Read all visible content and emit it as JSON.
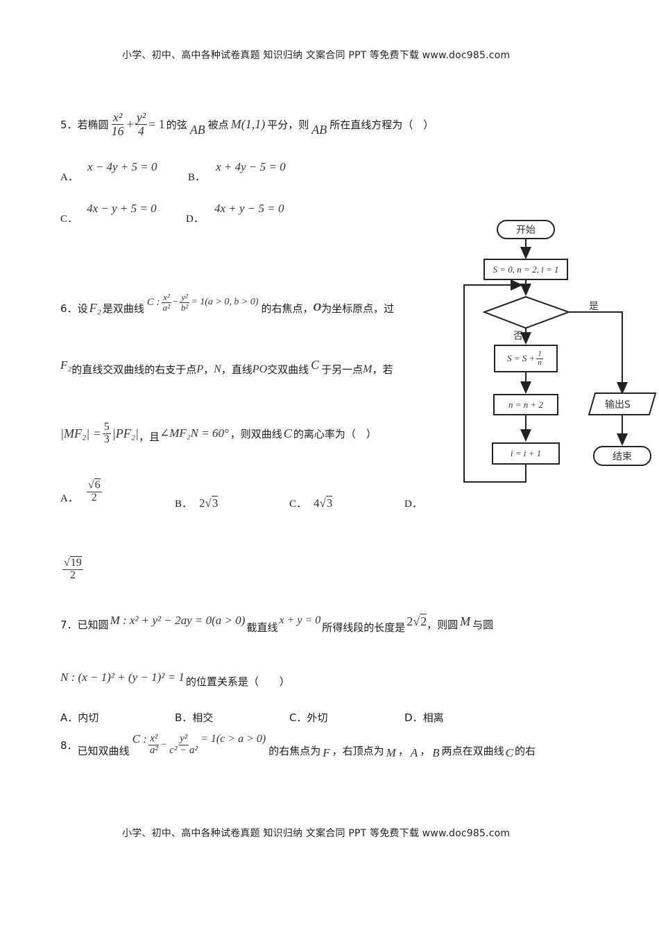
{
  "header": {
    "text": "小学、初中、高中各种试卷真题 知识归纳 文案合同 PPT 等免费下载  www.doc985.com"
  },
  "footer": {
    "text": "小学、初中、高中各种试卷真题 知识归纳 文案合同 PPT 等免费下载  www.doc985.com"
  },
  "q5": {
    "num": "5．",
    "t1": "若椭圆",
    "frac1_num": "x²",
    "frac1_den": "16",
    "plus": "+",
    "frac2_num": "y²",
    "frac2_den": "4",
    "eq": "= 1",
    "t2": "的弦",
    "ab1": "AB",
    "t3": "被点",
    "point": "M(1,1)",
    "t4": "平分，则",
    "ab2": "AB",
    "t5": "所在直线方程为（　）",
    "options": [
      {
        "label": "A．",
        "value": "x − 4y + 5 = 0"
      },
      {
        "label": "B．",
        "value": "x + 4y − 5 = 0"
      },
      {
        "label": "C．",
        "value": "4x − y + 5 = 0"
      },
      {
        "label": "D．",
        "value": "4x + y − 5 = 0"
      }
    ]
  },
  "q6": {
    "num": "6．",
    "t1": "设",
    "f2": "F₂",
    "t2": "是双曲线",
    "curve_prefix": "C :",
    "frac1_num": "x²",
    "frac1_den": "a²",
    "minus": "−",
    "frac2_num": "y²",
    "frac2_den": "b²",
    "cond": "= 1(a > 0, b > 0)",
    "t3": "的右焦点，",
    "o": "O",
    "t4": "为坐标原点，过",
    "line2_f2": "F₂",
    "line2_t1": "的直线交双曲线的右支于点",
    "p": "P",
    "comma1": "，",
    "n": "N",
    "line2_t2": "，直线",
    "po": "PO",
    "line2_t3": "交双曲线",
    "c": "C",
    "line2_t4": "于另一点",
    "mpt": "M",
    "line2_t5": "，若",
    "line3_lhs": "|MF₂| =",
    "line3_frac_num": "5",
    "line3_frac_den": "3",
    "line3_rhs": "|PF₂|",
    "line3_t1": "，且",
    "angle": "∠MF₂N = 60°",
    "line3_t2": "，则双曲线",
    "line3_c": "C",
    "line3_t3": "的离心率为（　）",
    "options": [
      {
        "label": "A．",
        "sqrt": "6",
        "den": "2"
      },
      {
        "label": "B．",
        "coef": "2",
        "sqrt": "3"
      },
      {
        "label": "C．",
        "coef": "4",
        "sqrt": "3"
      },
      {
        "label": "D．",
        "sqrt": "19",
        "den": "2"
      }
    ]
  },
  "q7": {
    "num": "7．",
    "t1": "已知圆",
    "circle_m": "M : x² + y² − 2ay = 0(a > 0)",
    "t2": "截直线",
    "line": "x + y = 0",
    "t3": "所得线段的长度是",
    "len_coef": "2",
    "len_sqrt": "2",
    "t4": "，则圆",
    "m": "M",
    "t5": "与圆",
    "circle_n": "N : (x − 1)² + (y − 1)² = 1",
    "t6": "的位置关系是（　　）",
    "options": [
      {
        "label": "A．",
        "value": "内切"
      },
      {
        "label": "B．",
        "value": "相交"
      },
      {
        "label": "C．",
        "value": "外切"
      },
      {
        "label": "D．",
        "value": "相离"
      }
    ]
  },
  "q8": {
    "num": "8．",
    "t1": "已知双曲线",
    "curve_prefix": "C :",
    "frac1_num": "x²",
    "frac1_den": "a²",
    "minus": "−",
    "frac2_num": "y²",
    "frac2_den": "c² − a²",
    "cond": "= 1(c > a > 0)",
    "t2": "的右焦点为",
    "f": "F",
    "t3": "，右顶点为",
    "m": "M",
    "t4": "，",
    "a": "A",
    "t5": "，",
    "b": "B",
    "t6": "两点在双曲线",
    "c": "C",
    "t7": "的右"
  },
  "flowchart": {
    "start": "开始",
    "init": "S = 0, n = 2, i = 1",
    "yes": "是",
    "no": "否",
    "step1_lhs": "S = S +",
    "step1_num": "1",
    "step1_den": "n",
    "step2": "n = n + 2",
    "step3": "i = i + 1",
    "output": "输出S",
    "end": "结束"
  }
}
